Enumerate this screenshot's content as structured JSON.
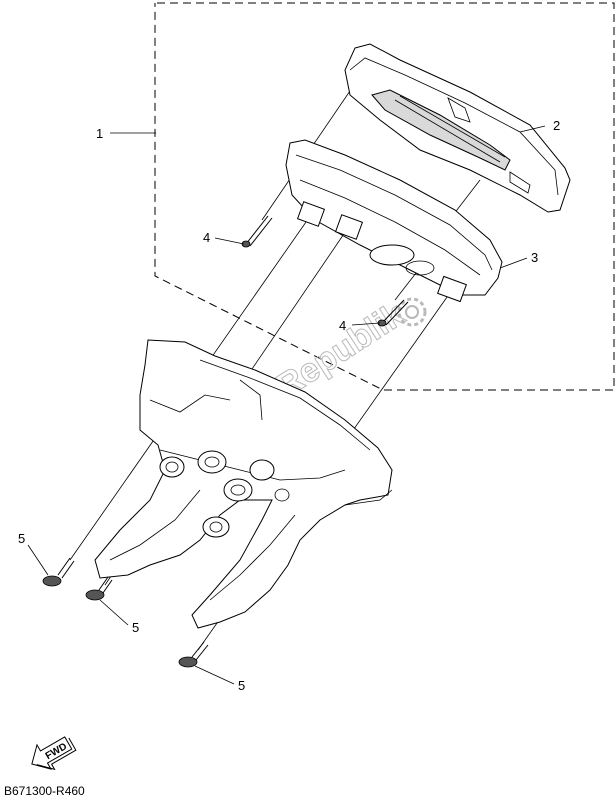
{
  "callouts": {
    "c1": "1",
    "c2": "2",
    "c3": "3",
    "c4a": "4",
    "c4b": "4",
    "c5a": "5",
    "c5b": "5",
    "c5c": "5"
  },
  "fwd_label": "FWD",
  "diagram_code": "B671300-R460",
  "watermark": "PartsRepublik"
}
